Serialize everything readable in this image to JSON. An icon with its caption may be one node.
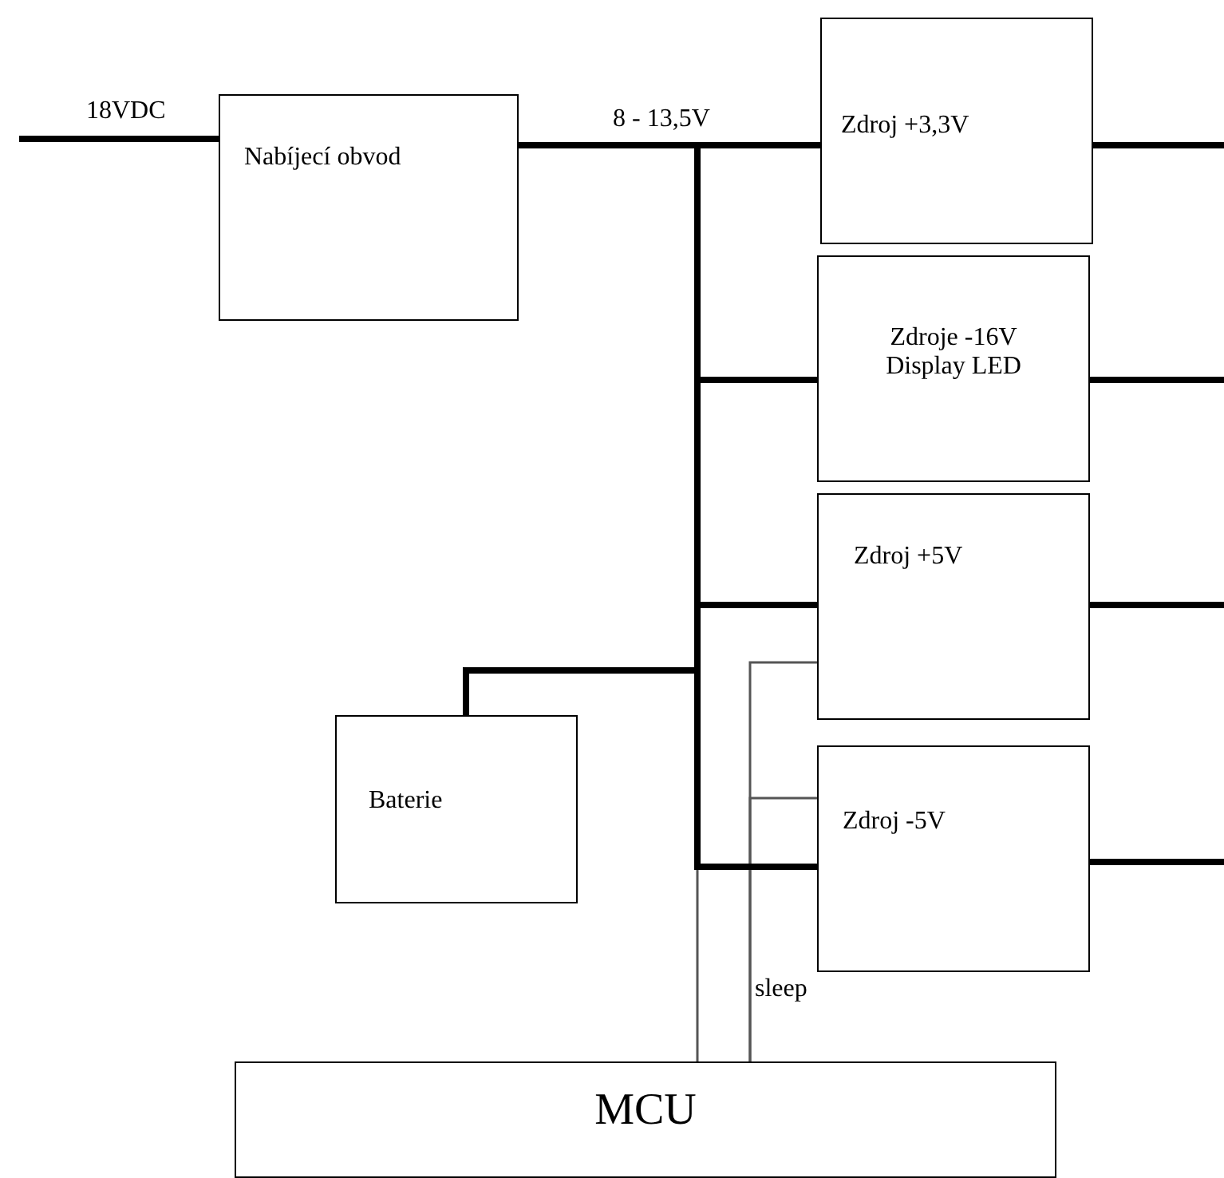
{
  "diagram": {
    "nodes": [
      {
        "text": [
          "Nabíjecí obvod"
        ]
      },
      {
        "text": [
          "Zdroj +3,3V"
        ]
      },
      {
        "text": [
          "Zdroje -16V Display LED"
        ]
      },
      {
        "text": [
          "Zdroj +5V"
        ]
      },
      {
        "text": [
          "Baterie"
        ]
      },
      {
        "text": [
          "Zdroj -5V"
        ]
      },
      {
        "text": [
          "MCU"
        ]
      }
    ],
    "edges": [
      {
        "from": null,
        "to": 0,
        "arrow": "none",
        "label": "18VDC"
      },
      {
        "from": 0,
        "to": 1,
        "arrow": "none",
        "label": "8 - 13,5V"
      },
      {
        "from": 0,
        "to": 2,
        "arrow": "none"
      },
      {
        "from": 0,
        "to": 3,
        "arrow": "none"
      },
      {
        "from": 0,
        "to": 5,
        "arrow": "none"
      },
      {
        "from": 0,
        "to": 4,
        "arrow": "none"
      },
      {
        "from": 1,
        "to": null,
        "arrow": "none"
      },
      {
        "from": 2,
        "to": null,
        "arrow": "none"
      },
      {
        "from": 3,
        "to": null,
        "arrow": "none"
      },
      {
        "from": 5,
        "to": null,
        "arrow": "none"
      },
      {
        "from": 6,
        "to": 0,
        "arrow": "none",
        "color": "#555555"
      },
      {
        "from": 6,
        "to": 3,
        "arrow": "none",
        "label": "sleep",
        "color": "#555555"
      },
      {
        "from": 6,
        "to": 5,
        "arrow": "none",
        "color": "#555555"
      }
    ]
  }
}
